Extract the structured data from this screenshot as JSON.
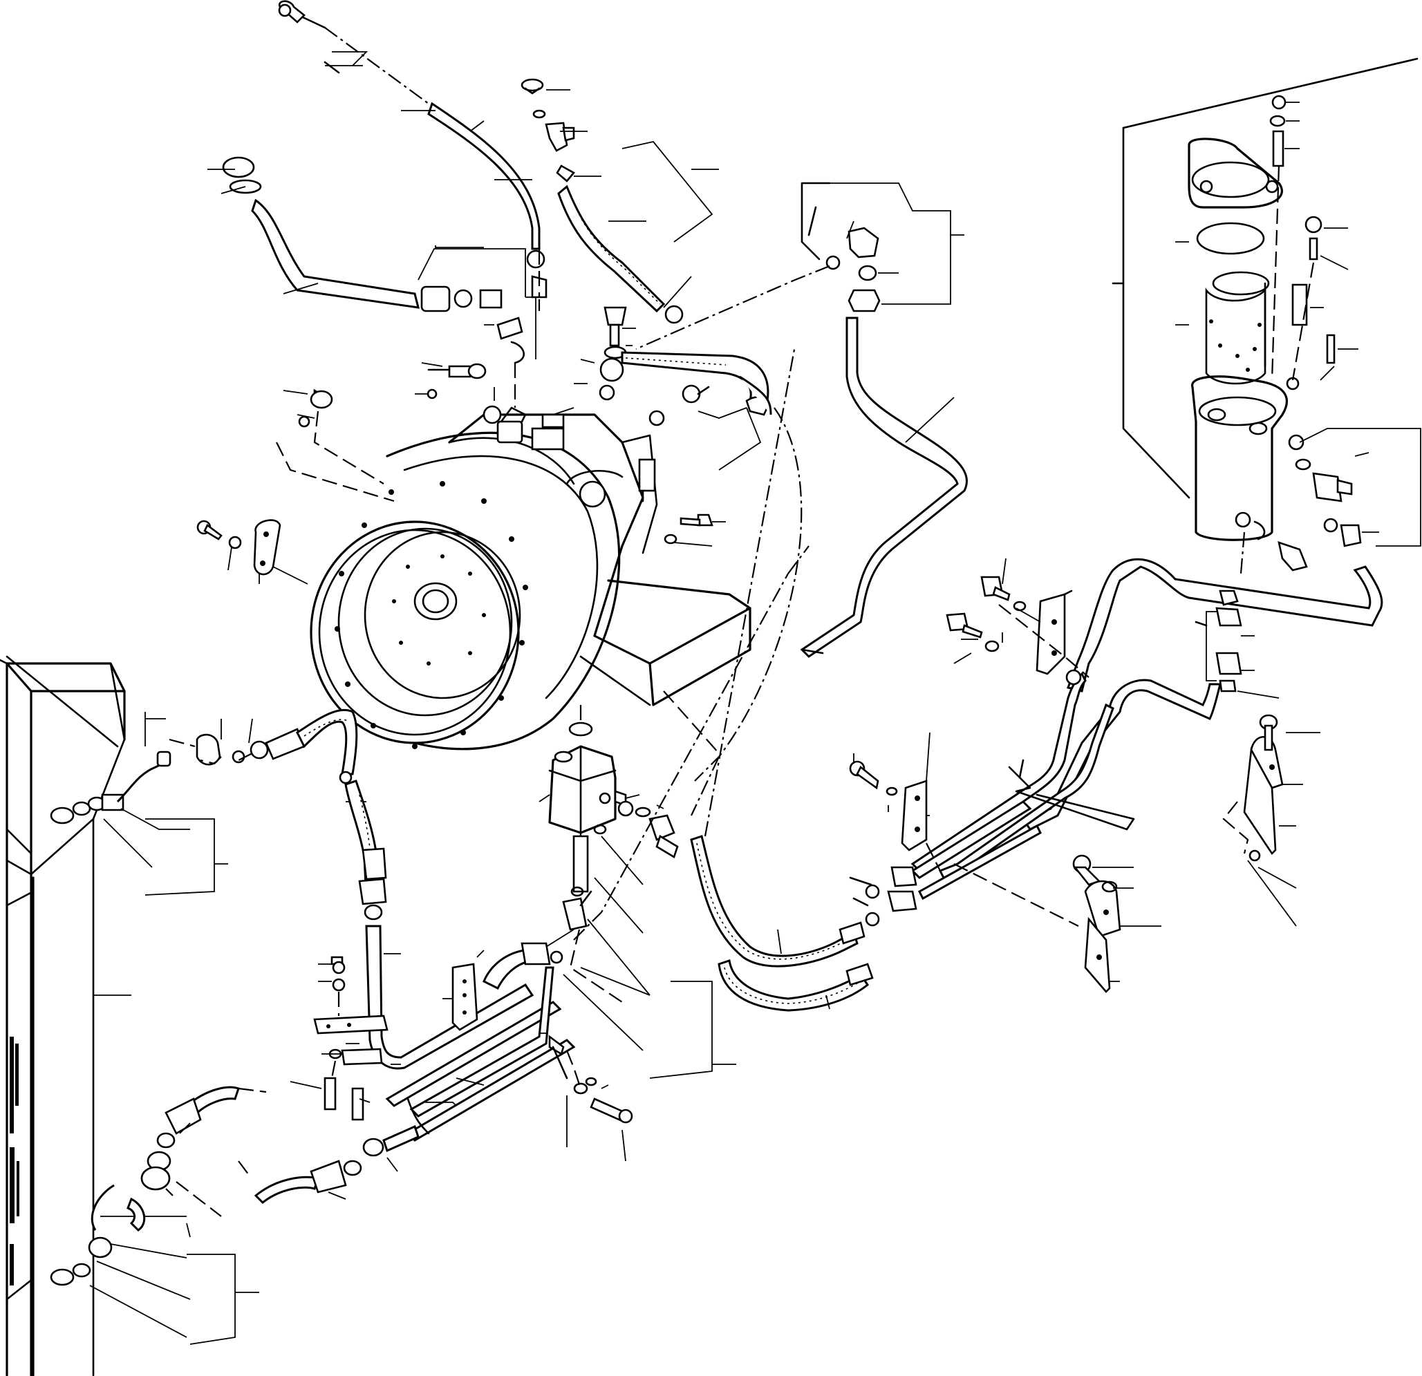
{
  "diagram": {
    "labels": [],
    "colors": {
      "line": "#000000",
      "background": "#ffffff"
    },
    "icons": [
      "transmission-case",
      "oil-cooler",
      "oil-filter",
      "valve-block",
      "hoses",
      "pipes",
      "brackets",
      "bolts",
      "washers",
      "elbows"
    ]
  }
}
